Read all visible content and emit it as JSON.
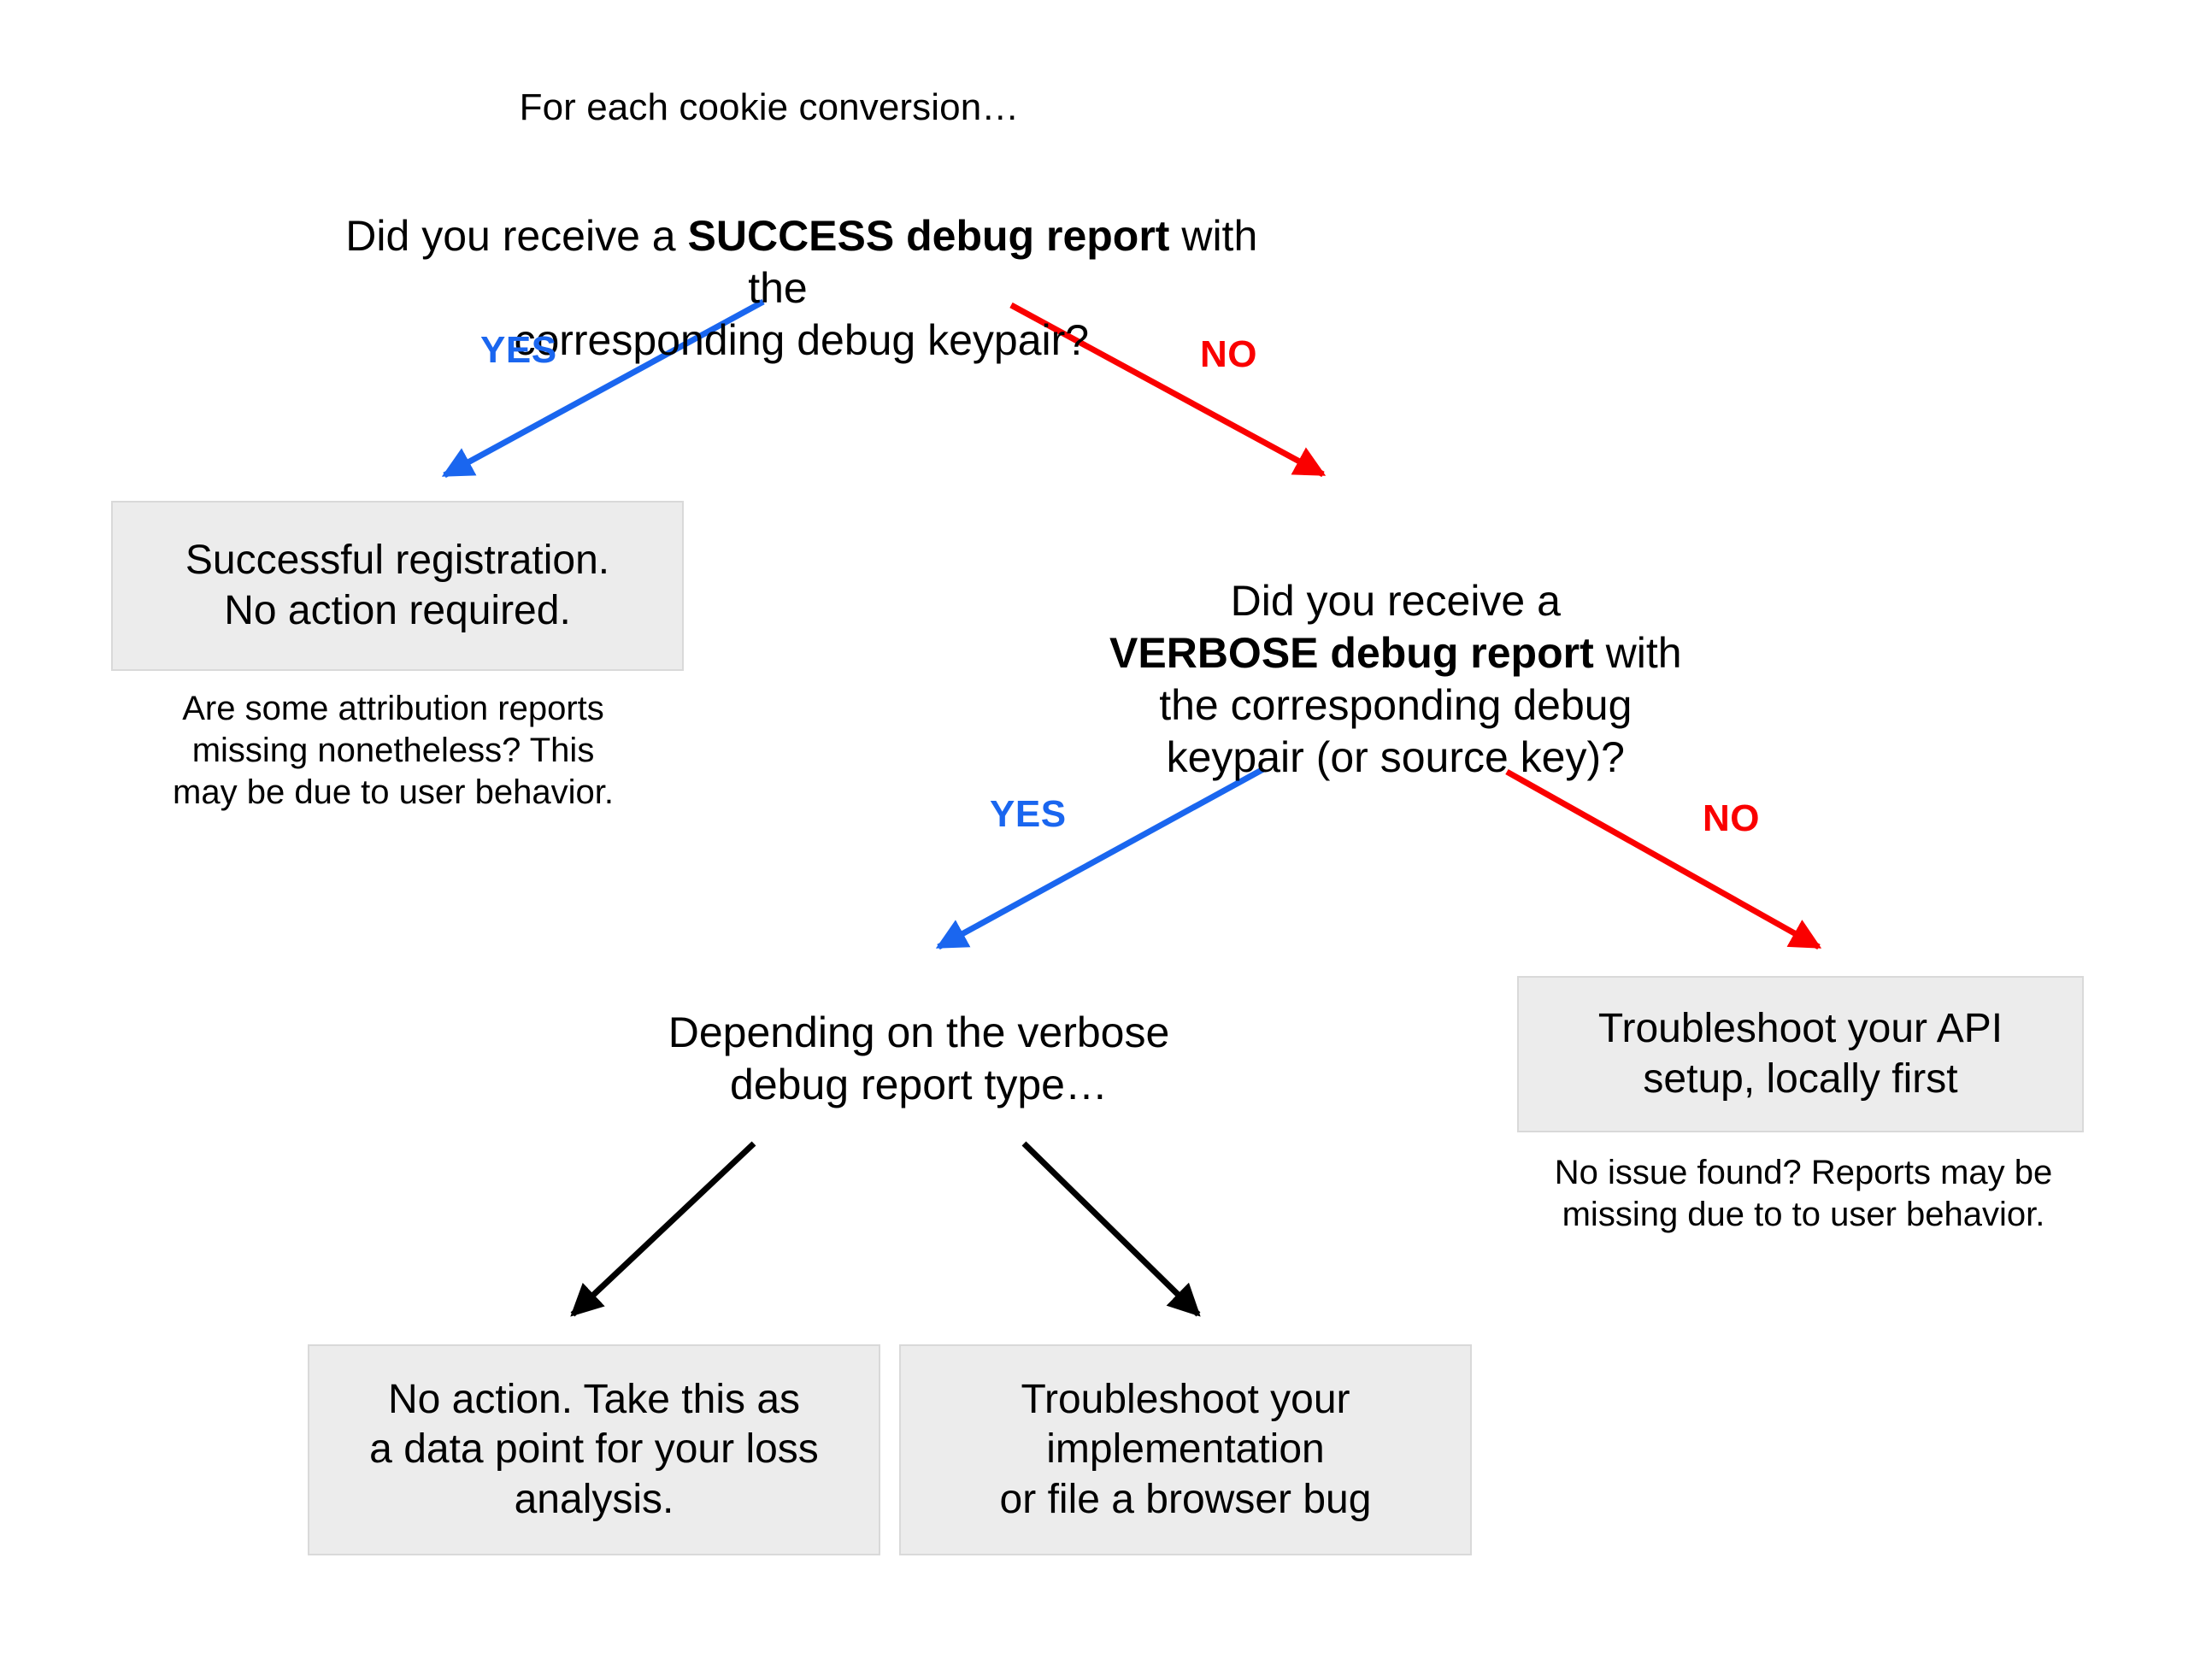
{
  "diagram": {
    "title": "For each cookie conversion…",
    "colors": {
      "yes_blue": "#1a66ef",
      "no_red": "#fa0000",
      "box_fill": "#ececec",
      "box_border": "#d9d9d9",
      "arrow_black": "#000000",
      "text": "#000000",
      "background": "#ffffff"
    },
    "questions": {
      "q1_line1": "Did you receive a ",
      "q1_bold": "SUCCESS debug report",
      "q1_line1_tail": " with the",
      "q1_line2": "corresponding debug keypair?",
      "q2_line1": "Did you receive a",
      "q2_bold": "VERBOSE debug report",
      "q2_line1_tail": " with",
      "q2_line3": "the corresponding debug",
      "q2_line4": "keypair (or source key)?"
    },
    "branch_labels": {
      "yes1": "YES",
      "no1": "NO",
      "yes2": "YES",
      "no2": "NO"
    },
    "boxes": {
      "success": "Successful registration.\nNo action required.",
      "api_setup": "Troubleshoot your API\nsetup, locally first",
      "no_action": "No action. Take this as\na data point for your loss\nanalysis.",
      "troubleshoot_impl": "Troubleshoot your\nimplementation\nor file a browser bug"
    },
    "captions": {
      "success_note": "Are some attribution reports\nmissing nonetheless? This\nmay be due to user behavior.",
      "api_note": "No issue found? Reports may be\nmissing due to to user behavior."
    },
    "intermediate": {
      "verbose_type": "Depending on the verbose\ndebug report type…"
    }
  },
  "chart_data": {
    "type": "flowchart",
    "title": "For each cookie conversion…",
    "nodes": [
      {
        "id": "q1",
        "kind": "question",
        "text": "Did you receive a SUCCESS debug report with the corresponding debug keypair?"
      },
      {
        "id": "b1",
        "kind": "outcome-box",
        "text": "Successful registration. No action required."
      },
      {
        "id": "n1",
        "kind": "note",
        "text": "Are some attribution reports missing nonetheless? This may be due to user behavior."
      },
      {
        "id": "q2",
        "kind": "question",
        "text": "Did you receive a VERBOSE debug report with the corresponding debug keypair (or source key)?"
      },
      {
        "id": "m1",
        "kind": "intermediate",
        "text": "Depending on the verbose debug report type…"
      },
      {
        "id": "b2",
        "kind": "outcome-box",
        "text": "Troubleshoot your API setup, locally first"
      },
      {
        "id": "n2",
        "kind": "note",
        "text": "No issue found? Reports may be missing due to to user behavior."
      },
      {
        "id": "b3",
        "kind": "outcome-box",
        "text": "No action. Take this as a data point for your loss analysis."
      },
      {
        "id": "b4",
        "kind": "outcome-box",
        "text": "Troubleshoot your implementation or file a browser bug"
      }
    ],
    "edges": [
      {
        "from": "q1",
        "to": "b1",
        "label": "YES",
        "color": "#1a66ef"
      },
      {
        "from": "q1",
        "to": "q2",
        "label": "NO",
        "color": "#fa0000"
      },
      {
        "from": "q2",
        "to": "m1",
        "label": "YES",
        "color": "#1a66ef"
      },
      {
        "from": "q2",
        "to": "b2",
        "label": "NO",
        "color": "#fa0000"
      },
      {
        "from": "m1",
        "to": "b3",
        "label": "",
        "color": "#000000"
      },
      {
        "from": "m1",
        "to": "b4",
        "label": "",
        "color": "#000000"
      }
    ]
  }
}
